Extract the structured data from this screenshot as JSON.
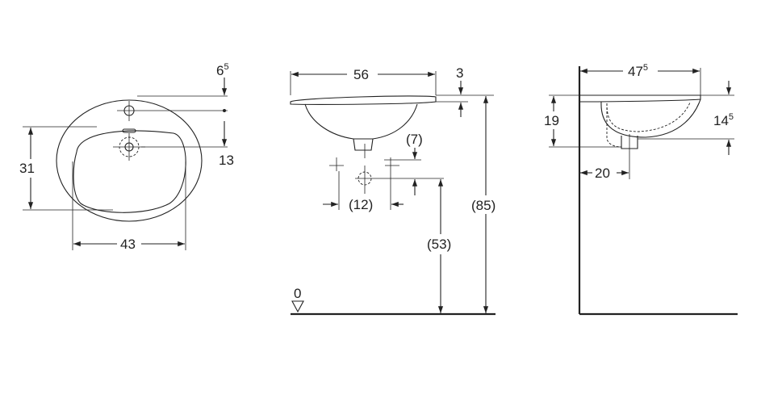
{
  "top_view": {
    "dim_length": "43",
    "dim_width": "31",
    "dim_tap_offset_main": "6",
    "dim_tap_offset_sup": "5",
    "dim_overflow": "13"
  },
  "front_view": {
    "dim_width": "56",
    "dim_rim": "3",
    "dim_waste_drop": "(7)",
    "dim_waste_spacing": "(12)",
    "dim_waste_height": "(53)",
    "dim_total_height": "(85)",
    "floor_level": "0"
  },
  "side_view": {
    "dim_depth_main": "47",
    "dim_depth_sup": "5",
    "dim_bowl_height": "19",
    "dim_inner_main": "14",
    "dim_inner_sup": "5",
    "dim_drain_offset": "20"
  }
}
